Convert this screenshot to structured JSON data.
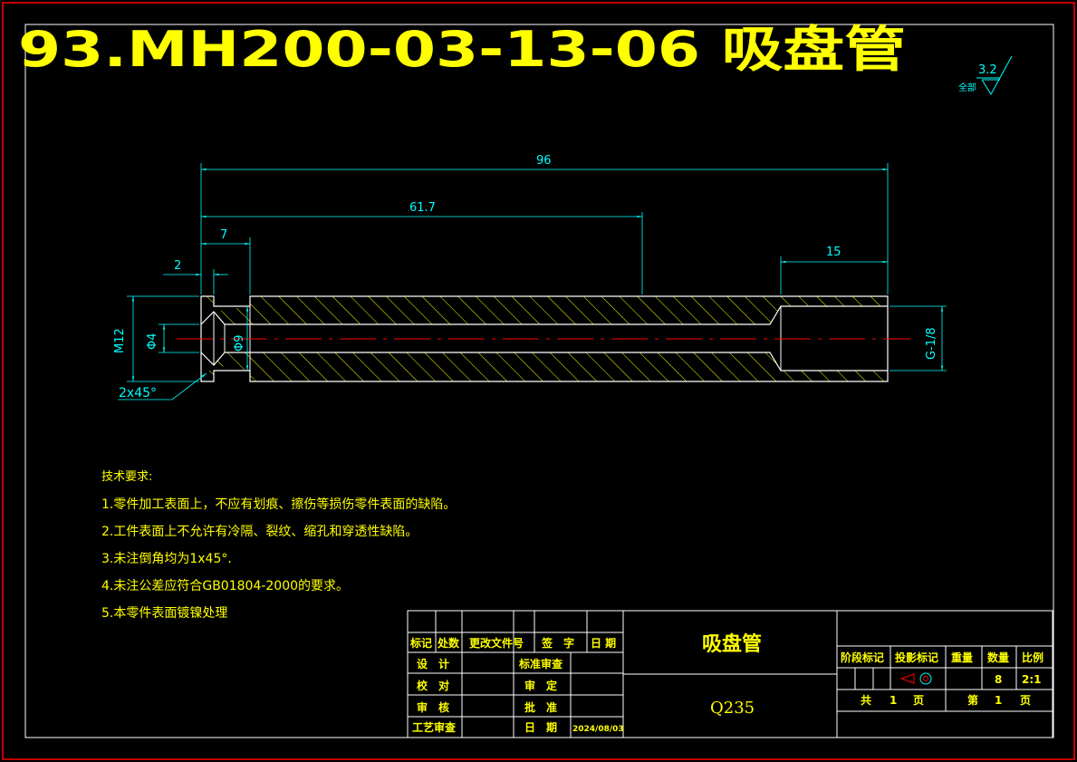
{
  "title": "93.MH200-03-13-06 吸盘管",
  "roughness": {
    "value": "3.2",
    "label": "全部"
  },
  "dimensions": {
    "overall_length": "96",
    "length_61_7": "61.7",
    "length_7": "7",
    "length_2": "2",
    "length_15": "15",
    "thread": "M12",
    "bore_small": "Φ4",
    "bore_large": "Φ9",
    "pipe_thread": "G-1/8",
    "chamfer": "2x45°"
  },
  "tech_requirements": {
    "heading": "技术要求:",
    "items": [
      "1.零件加工表面上，不应有划痕、擦伤等损伤零件表面的缺陷。",
      "2.工件表面上不允许有冷隔、裂纹、缩孔和穿透性缺陷。",
      "3.未注倒角均为1x45°.",
      "4.未注公差应符合GB01804-2000的要求。",
      "5.本零件表面镀镍处理"
    ]
  },
  "title_block": {
    "headers": [
      "标记",
      "处数",
      "更改文件号",
      "签　字",
      "日 期"
    ],
    "design": "设　计",
    "proofread": "校　对",
    "review": "审　核",
    "process_review": "工艺审查",
    "std_review": "标准审查",
    "approve_set": "审　定",
    "approve": "批　准",
    "date_label": "日　期",
    "date_value": "2024/08/03",
    "part_name": "吸盘管",
    "material": "Q235",
    "stage_mark": "阶段标记",
    "projection_mark": "投影标记",
    "weight": "重量",
    "quantity": "数量",
    "scale": "比例",
    "quantity_value": "8",
    "scale_value": "2:1",
    "total_label": "共",
    "total_value": "1",
    "sheet_unit": "页",
    "sheet_label": "第",
    "sheet_value": "1",
    "sheet_unit2": "页"
  },
  "colors": {
    "background": "#000000",
    "border": "#ff0000",
    "frame": "#ffffff",
    "dimension": "#00ffff",
    "part_outline": "#ffffff",
    "hatch": "#ffff00",
    "centerline": "#ff0000",
    "text_yellow": "#ffff00",
    "text_green": "#00ff00"
  }
}
